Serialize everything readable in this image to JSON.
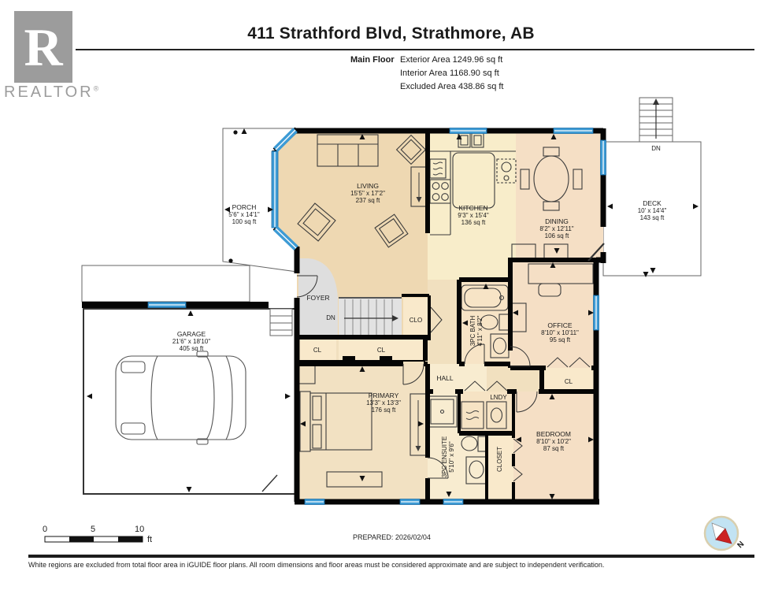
{
  "header": {
    "title": "411 Strathford Blvd, Strathmore, AB",
    "floor_label": "Main Floor",
    "exterior_area": "Exterior Area 1249.96 sq ft",
    "interior_area": "Interior Area 1168.90 sq ft",
    "excluded_area": "Excluded Area 438.86 sq ft"
  },
  "logo": {
    "letter": "R",
    "brand": "REALTOR",
    "registered": "®"
  },
  "rooms": {
    "porch": {
      "name": "PORCH",
      "dims": "5'6\" x 14'1\"",
      "area": "100 sq ft"
    },
    "living": {
      "name": "LIVING",
      "dims": "15'5\" x 17'2\"",
      "area": "237 sq ft"
    },
    "kitchen": {
      "name": "KITCHEN",
      "dims": "9'3\" x 15'4\"",
      "area": "136 sq ft"
    },
    "dining": {
      "name": "DINING",
      "dims": "8'2\" x 12'11\"",
      "area": "106 sq ft"
    },
    "deck": {
      "name": "DECK",
      "dims": "10' x 14'4\"",
      "area": "143 sq ft"
    },
    "garage": {
      "name": "GARAGE",
      "dims": "21'6\" x 18'10\"",
      "area": "405 sq ft"
    },
    "office": {
      "name": "OFFICE",
      "dims": "8'10\" x 10'11\"",
      "area": "95 sq ft"
    },
    "primary": {
      "name": "PRIMARY",
      "dims": "13'3\" x 13'3\"",
      "area": "176 sq ft"
    },
    "bedroom": {
      "name": "BEDROOM",
      "dims": "8'10\" x 10'2\"",
      "area": "87 sq ft"
    },
    "bath": {
      "name": "3PC BATH",
      "dims": "4'11\" x 8'2\""
    },
    "ensuite": {
      "name": "3PC ENSUITE",
      "dims": "5'10\" x 9'6\""
    },
    "foyer": {
      "name": "FOYER"
    },
    "hall": {
      "name": "HALL"
    },
    "laundry": {
      "name": "LNDY"
    },
    "closet": {
      "name": "CLOSET"
    },
    "clo": {
      "name": "CLO"
    },
    "cl": {
      "name": "CL"
    }
  },
  "stairs": {
    "down_label": "DN"
  },
  "scale": {
    "t0": "0",
    "t5": "5",
    "t10": "10",
    "unit": "ft"
  },
  "compass": {
    "north": "N"
  },
  "footer": {
    "prepared": "PREPARED: 2026/02/04",
    "disclaimer": "White regions are excluded from total floor area in iGUIDE floor plans. All room dimensions and floor areas must be considered approximate and are subject to independent verification."
  },
  "colors": {
    "wall": "#000000",
    "window_blue": "#3d9bd5",
    "floor_tan": "#eed8b2",
    "floor_cream": "#f8edca",
    "floor_pink": "#f5dfc5",
    "floor_light": "#f9e9cb",
    "stair_gray": "#e2e2e2",
    "logo_gray": "#9c9c9c",
    "compass_red": "#cc2222",
    "compass_blue": "#c2e3f3"
  }
}
